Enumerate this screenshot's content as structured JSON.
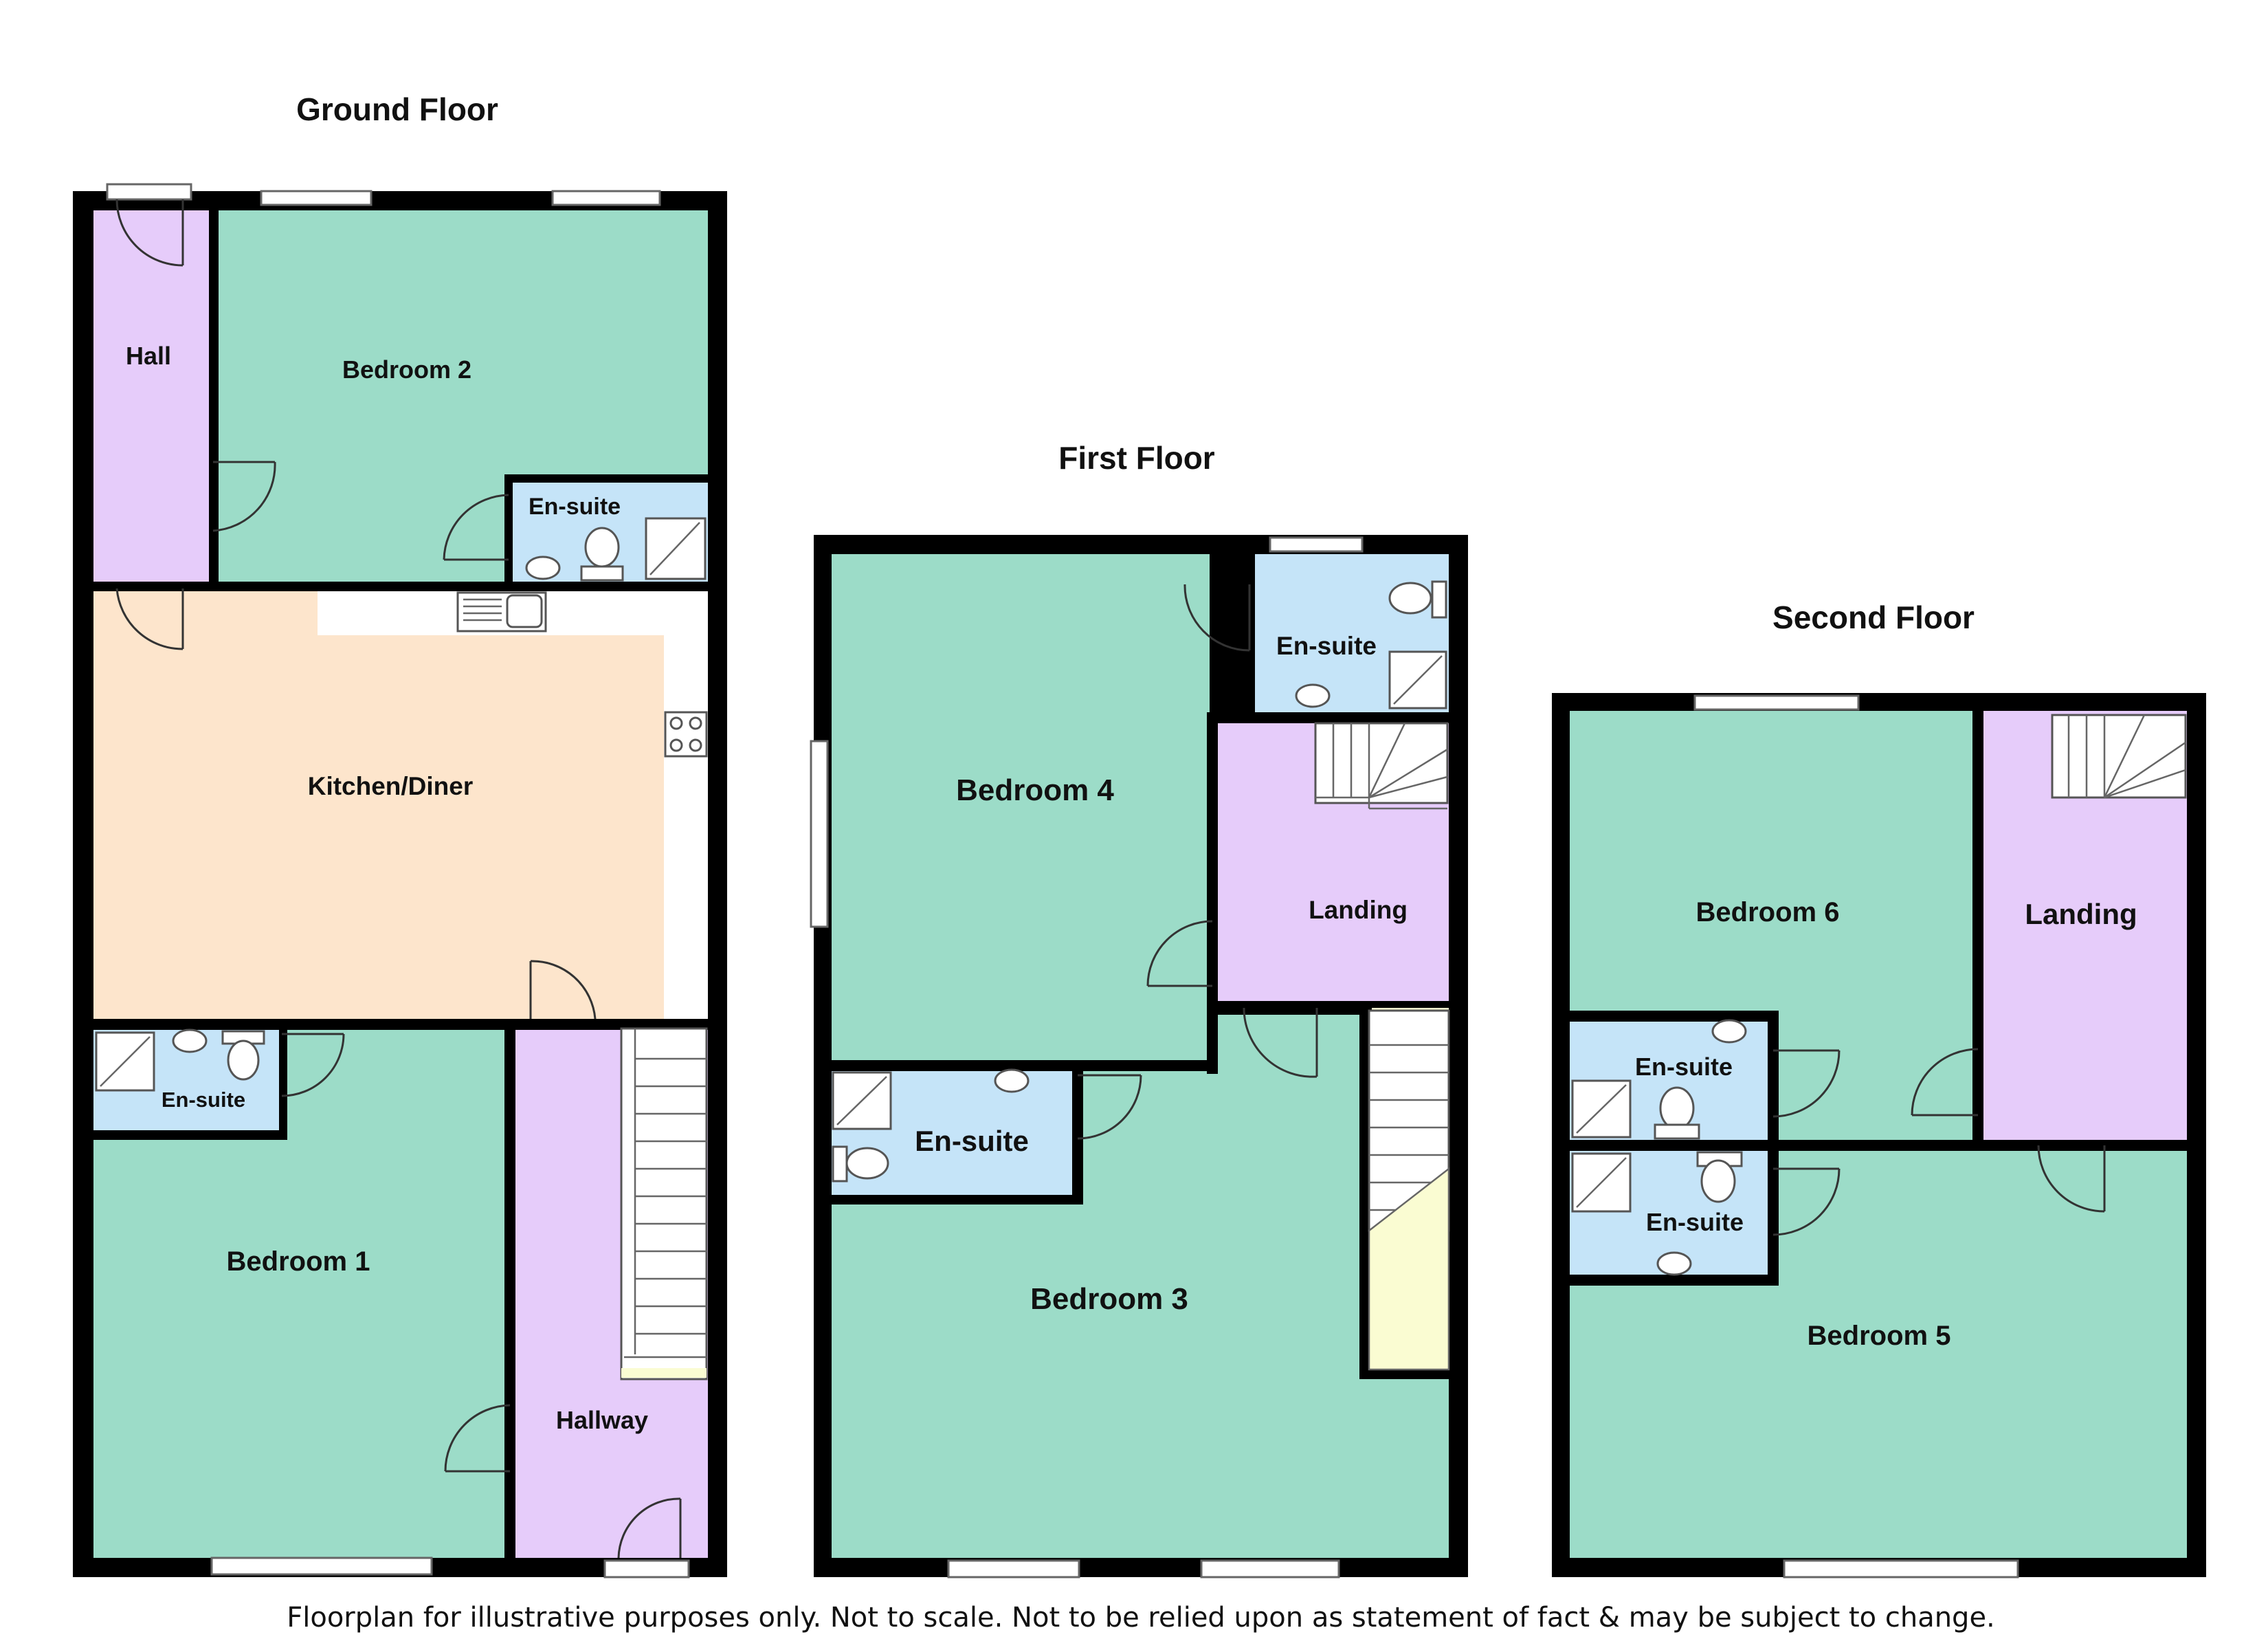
{
  "floors": {
    "ground": {
      "title": "Ground Floor",
      "rooms": {
        "hall": "Hall",
        "bedroom2": "Bedroom 2",
        "ensuite_b2": "En-suite",
        "kitchen": "Kitchen/Diner",
        "ensuite_b1": "En-suite",
        "bedroom1": "Bedroom 1",
        "hallway": "Hallway"
      }
    },
    "first": {
      "title": "First Floor",
      "rooms": {
        "bedroom4": "Bedroom 4",
        "ensuite_top": "En-suite",
        "landing": "Landing",
        "ensuite_b3": "En-suite",
        "bedroom3": "Bedroom 3"
      }
    },
    "second": {
      "title": "Second Floor",
      "rooms": {
        "bedroom6": "Bedroom 6",
        "landing": "Landing",
        "ensuite_b6": "En-suite",
        "ensuite_b5": "En-suite",
        "bedroom5": "Bedroom 5"
      }
    }
  },
  "colors": {
    "bedroom": "#9cdcc8",
    "hall": "#e6ccfa",
    "ensuite": "#c5e4f8",
    "kitchen": "#fde5cc",
    "stairwell": "#fafcd2",
    "wall": "#000000"
  },
  "disclaimer": "Floorplan for illustrative purposes only. Not to scale. Not to be relied upon as statement of fact & may be subject to change."
}
